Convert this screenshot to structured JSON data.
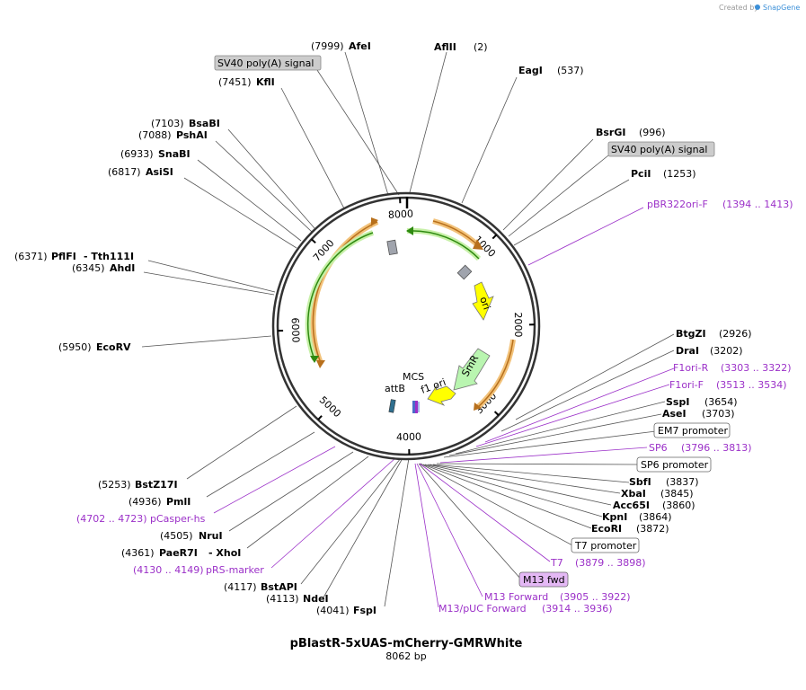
{
  "credit": {
    "created_by": "Created by",
    "app": "SnapGene"
  },
  "plasmid": {
    "name": "pBlastR-5xUAS-mCherry-GMRWhite",
    "length": "8062 bp"
  },
  "ticks": [
    "1000",
    "2000",
    "3000",
    "4000",
    "5000",
    "6000",
    "7000",
    "8000"
  ],
  "features": {
    "ori": "ori",
    "smr": "SmR",
    "f1ori": "f1 ori",
    "mcs": "MCS",
    "attb": "attB"
  },
  "left_labels": [
    {
      "pos": "(7999)",
      "name": "AfeI"
    },
    {
      "box": "SV40 poly(A) signal"
    },
    {
      "pos": "(7451)",
      "name": "KflI"
    },
    {
      "pos": "(7103)",
      "name": "BsaBI"
    },
    {
      "pos": "(7088)",
      "name": "PshAI"
    },
    {
      "pos": "(6933)",
      "name": "SnaBI"
    },
    {
      "pos": "(6817)",
      "name": "AsiSI"
    },
    {
      "pos": "(6371)",
      "name": "PflFI",
      "extra": "- Tth111I"
    },
    {
      "pos": "(6345)",
      "name": "AhdI"
    },
    {
      "pos": "(5950)",
      "name": "EcoRV"
    },
    {
      "pos": "(5253)",
      "name": "BstZ17I"
    },
    {
      "pos": "(4936)",
      "name": "PmlI"
    },
    {
      "primer_pos": "(4702 .. 4723)",
      "primer_name": "pCasper-hs"
    },
    {
      "pos": "(4505)",
      "name": "NruI"
    },
    {
      "pos": "(4361)",
      "name": "PaeR7I",
      "extra": "- XhoI"
    },
    {
      "primer_pos": "(4130 .. 4149)",
      "primer_name": "pRS-marker"
    },
    {
      "pos": "(4117)",
      "name": "BstAPI"
    },
    {
      "pos": "(4113)",
      "name": "NdeI"
    },
    {
      "pos": "(4041)",
      "name": "FspI"
    }
  ],
  "right_labels": [
    {
      "name": "AflII",
      "pos": "(2)"
    },
    {
      "name": "EagI",
      "pos": "(537)"
    },
    {
      "name": "BsrGI",
      "pos": "(996)"
    },
    {
      "box": "SV40 poly(A) signal"
    },
    {
      "name": "PciI",
      "pos": "(1253)"
    },
    {
      "primer_name": "pBR322ori-F",
      "primer_pos": "(1394 .. 1413)"
    },
    {
      "name": "BtgZI",
      "pos": "(2926)"
    },
    {
      "name": "DraI",
      "pos": "(3202)"
    },
    {
      "primer_name": "F1ori-R",
      "primer_pos": "(3303 .. 3322)"
    },
    {
      "primer_name": "F1ori-F",
      "primer_pos": "(3513 .. 3534)"
    },
    {
      "name": "SspI",
      "pos": "(3654)"
    },
    {
      "name": "AseI",
      "pos": "(3703)"
    },
    {
      "box": "EM7 promoter"
    },
    {
      "primer_name": "SP6",
      "primer_pos": "(3796 .. 3813)"
    },
    {
      "box": "SP6 promoter"
    },
    {
      "name": "SbfI",
      "pos": "(3837)"
    },
    {
      "name": "XbaI",
      "pos": "(3845)"
    },
    {
      "name": "Acc65I",
      "pos": "(3860)"
    },
    {
      "name": "KpnI",
      "pos": "(3864)"
    },
    {
      "name": "EcoRI",
      "pos": "(3872)"
    },
    {
      "box": "T7 promoter"
    },
    {
      "primer_name": "T7",
      "primer_pos": "(3879 .. 3898)"
    },
    {
      "box": "M13 fwd"
    },
    {
      "primer_name": "M13 Forward",
      "primer_pos": "(3905 .. 3922)"
    },
    {
      "primer_name": "M13/pUC Forward",
      "primer_pos": "(3914 .. 3936)"
    }
  ],
  "colors": {
    "primer": "#9b30c8",
    "arrow_yellow": "#ffff00",
    "arrow_green": "#b9f5b0",
    "orange": "#e8a045",
    "green": "#3a9a1c",
    "box_gray": "#cccccc",
    "box_purple": "#e4b8f5"
  }
}
